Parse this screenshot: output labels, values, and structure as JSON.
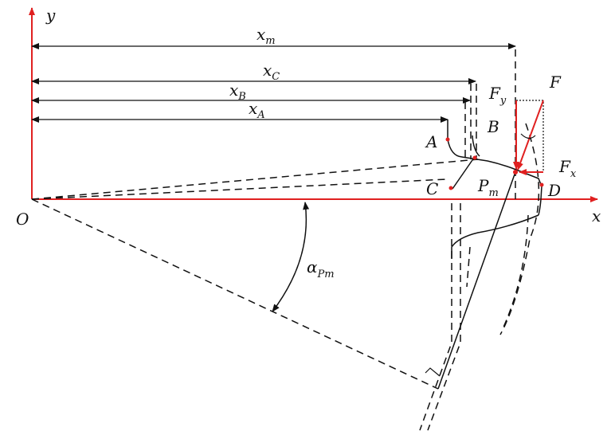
{
  "axes": {
    "x_label": "x",
    "y_label": "y",
    "origin_label": "O"
  },
  "dimensions": {
    "xm": {
      "main": "x",
      "sub": "m"
    },
    "xC": {
      "main": "x",
      "sub": "C"
    },
    "xB": {
      "main": "x",
      "sub": "B"
    },
    "xA": {
      "main": "x",
      "sub": "A"
    }
  },
  "points": {
    "A": "A",
    "B": "B",
    "C": "C",
    "D": "D",
    "Pm": {
      "main": "P",
      "sub": "m"
    }
  },
  "forces": {
    "F": "F",
    "Fy": {
      "main": "F",
      "sub": "y"
    },
    "Fx": {
      "main": "F",
      "sub": "x"
    }
  },
  "angle": {
    "main": "α",
    "sub": "Pm"
  },
  "colors": {
    "axis": "#e02020",
    "force": "#e02020",
    "line": "#111111"
  }
}
